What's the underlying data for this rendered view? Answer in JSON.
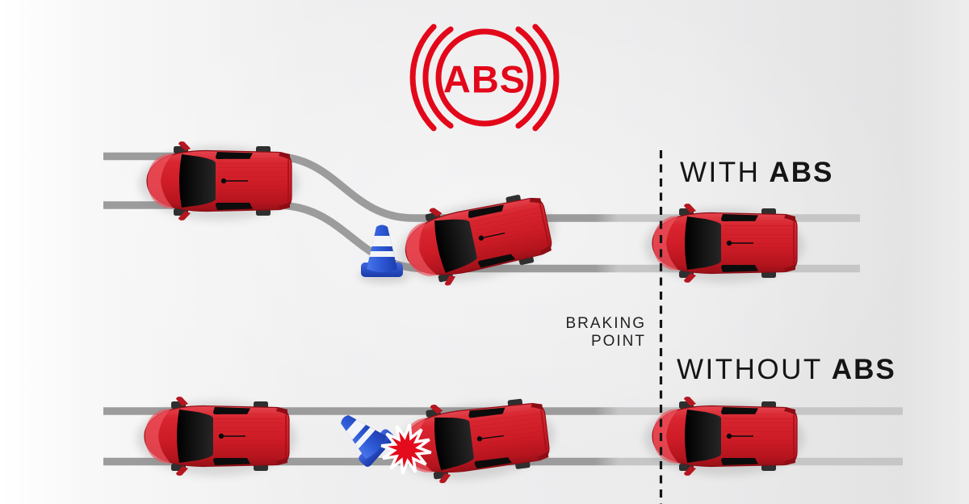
{
  "logo": {
    "text": "ABS"
  },
  "labels": {
    "with_prefix": "WITH",
    "with_bold": "ABS",
    "without_prefix": "WITHOUT",
    "without_bold": "ABS",
    "braking_line1": "BRAKING",
    "braking_line2": "POINT"
  },
  "icons": {
    "logo": "abs-brake-warning-icon",
    "vehicle": "red-car-top-view-icon",
    "obstacle": "traffic-cone-icon",
    "collision": "crash-burst-icon",
    "divider": "braking-point-dashed-line"
  },
  "scene": {
    "top_lane_cars": 3,
    "bottom_lane_cars": 3,
    "top_lane": "car swerves around cone",
    "bottom_lane": "car hits cone"
  },
  "colors": {
    "logo_red": "#e2081a",
    "car_red": "#ce1c27",
    "track_gray": "#9c9c9c",
    "track_gray_faded": "#c6c6c6",
    "cone_blue": "#2e5ad6",
    "crash_star_red": "#e30b1c",
    "text_dark": "#151515",
    "background": "#ededee"
  }
}
